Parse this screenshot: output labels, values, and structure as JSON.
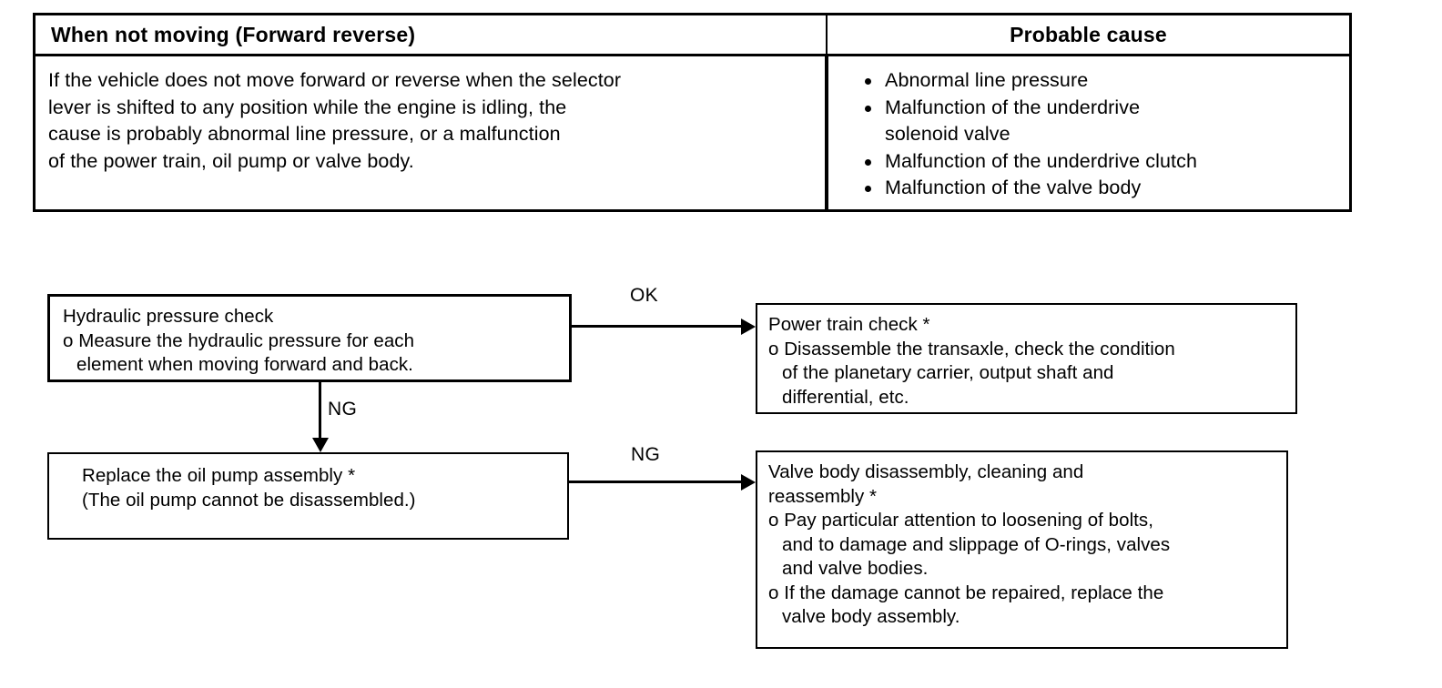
{
  "table": {
    "headers": {
      "left": "When not moving (Forward reverse)",
      "right": "Probable cause"
    },
    "symptom_lines": [
      "If the vehicle does not move forward or reverse when the selector",
      "lever is shifted to any position while the engine is idling, the",
      "cause is probably abnormal line pressure, or a malfunction",
      "of the power train, oil pump or valve body."
    ],
    "probable_causes": [
      {
        "line1": "Abnormal line pressure",
        "line2": ""
      },
      {
        "line1": "Malfunction of the underdrive",
        "line2": "solenoid valve"
      },
      {
        "line1": "Malfunction of the underdrive clutch",
        "line2": ""
      },
      {
        "line1": "Malfunction of the valve body",
        "line2": ""
      }
    ]
  },
  "flowchart": {
    "boxes": {
      "hydraulic_check": {
        "lines": [
          "Hydraulic pressure check",
          "o Measure the hydraulic pressure for each",
          "element when moving forward and back."
        ]
      },
      "replace_oil_pump": {
        "lines": [
          "Replace the oil pump assembly *",
          "(The oil pump cannot be disassembled.)"
        ]
      },
      "power_train_check": {
        "lines": [
          "Power train check *",
          "o Disassemble the transaxle, check the condition",
          "of the planetary carrier, output shaft and",
          "differential, etc."
        ]
      },
      "valve_body_service": {
        "lines": [
          "Valve body disassembly, cleaning and",
          "reassembly *",
          "o Pay particular attention to loosening of bolts,",
          "and to damage and slippage of O-rings, valves",
          "and valve bodies.",
          "o If the damage cannot be repaired, replace the",
          "valve body assembly."
        ]
      }
    },
    "arrows": {
      "ok_label": "OK",
      "ng_vertical_label": "NG",
      "ng_horizontal_label": "NG"
    }
  },
  "colors": {
    "ink": "#000000",
    "paper": "#ffffff"
  }
}
